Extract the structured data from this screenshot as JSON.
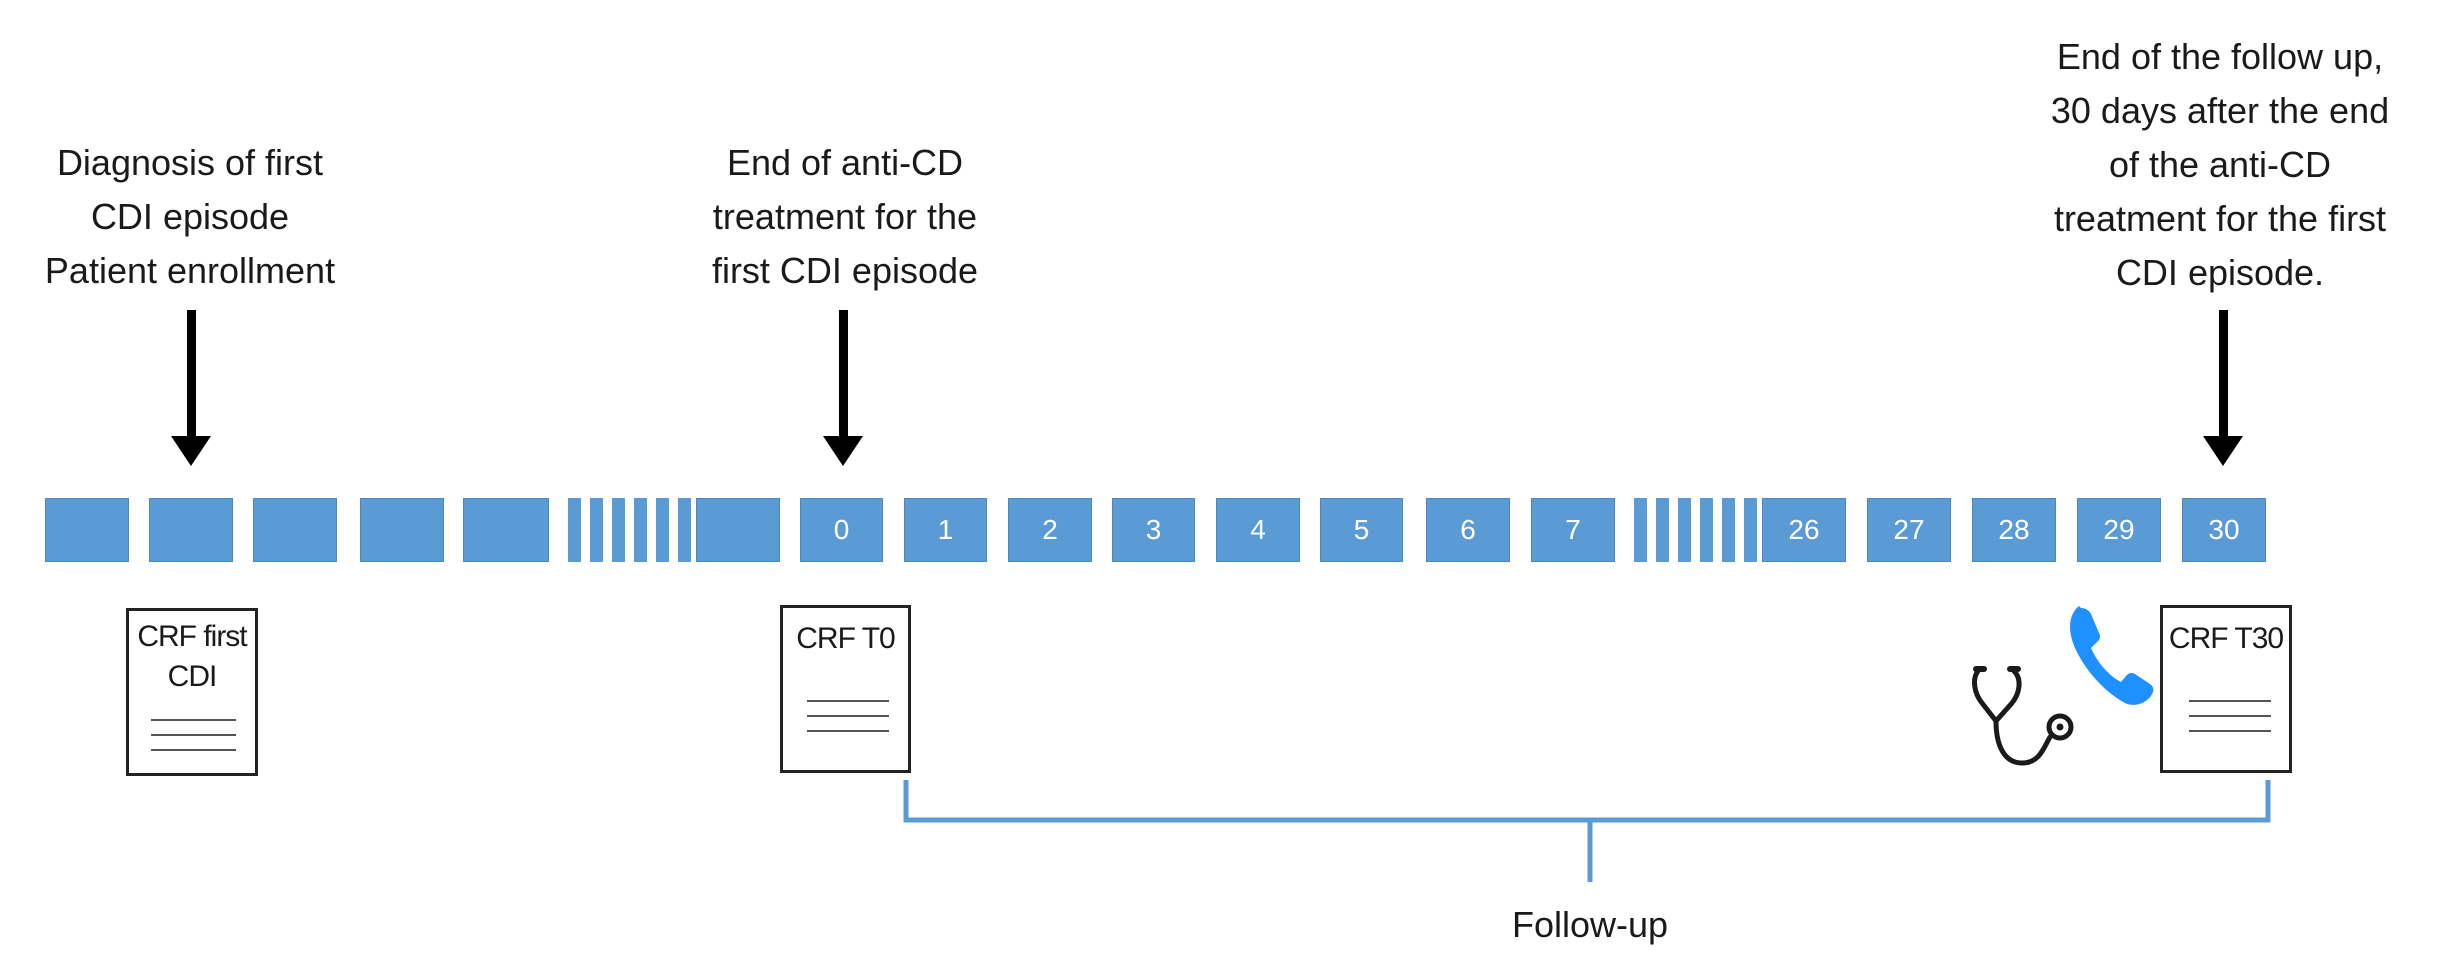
{
  "labels": {
    "diagnosis": [
      "Diagnosis of first",
      "CDI episode",
      "Patient enrollment"
    ],
    "end_treatment": [
      "End of anti-CD",
      "treatment for the",
      "first CDI episode"
    ],
    "end_followup": [
      "End of the follow up,",
      "30 days after the end",
      "of the anti-CD",
      "treatment for the first",
      "CDI episode."
    ],
    "followup": "Follow-up"
  },
  "timeline": {
    "days": [
      "0",
      "1",
      "2",
      "3",
      "4",
      "5",
      "6",
      "7",
      "26",
      "27",
      "28",
      "29",
      "30"
    ]
  },
  "documents": {
    "crf_first": [
      "CRF first",
      "CDI"
    ],
    "crf_t0": "CRF T0",
    "crf_t30": "CRF T30"
  },
  "colors": {
    "box_fill": "#5b9bd5",
    "brace": "#5b9bd5",
    "phone": "#1e90ff"
  },
  "icons": [
    "stethoscope-icon",
    "phone-icon"
  ]
}
